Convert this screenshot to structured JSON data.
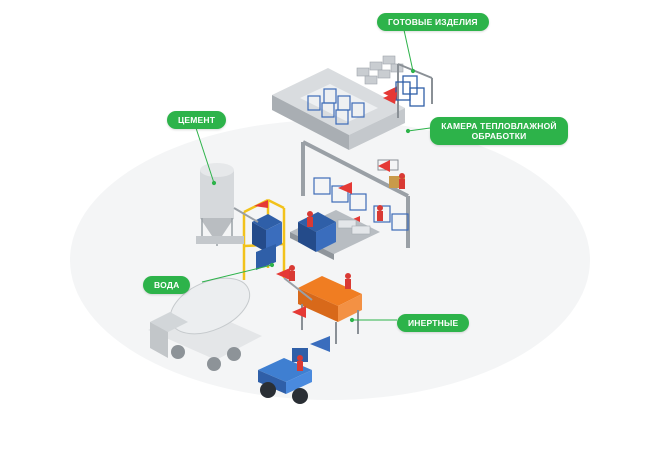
{
  "labels": {
    "finished": "ГОТОВЫЕ ИЗДЕЛИЯ",
    "chamber": "КАМЕРА ТЕПЛОВЛАЖНОЙ ОБРАБОТКИ",
    "cement": "ЦЕМЕНТ",
    "water": "ВОДА",
    "aggregates": "ИНЕРТНЫЕ"
  },
  "colors": {
    "callout": "#2db34a",
    "accent_arrow": "#e53935",
    "machine_blue": "#2f5fa8",
    "hopper_orange": "#f07d22",
    "frame_yellow": "#f2c21b"
  }
}
